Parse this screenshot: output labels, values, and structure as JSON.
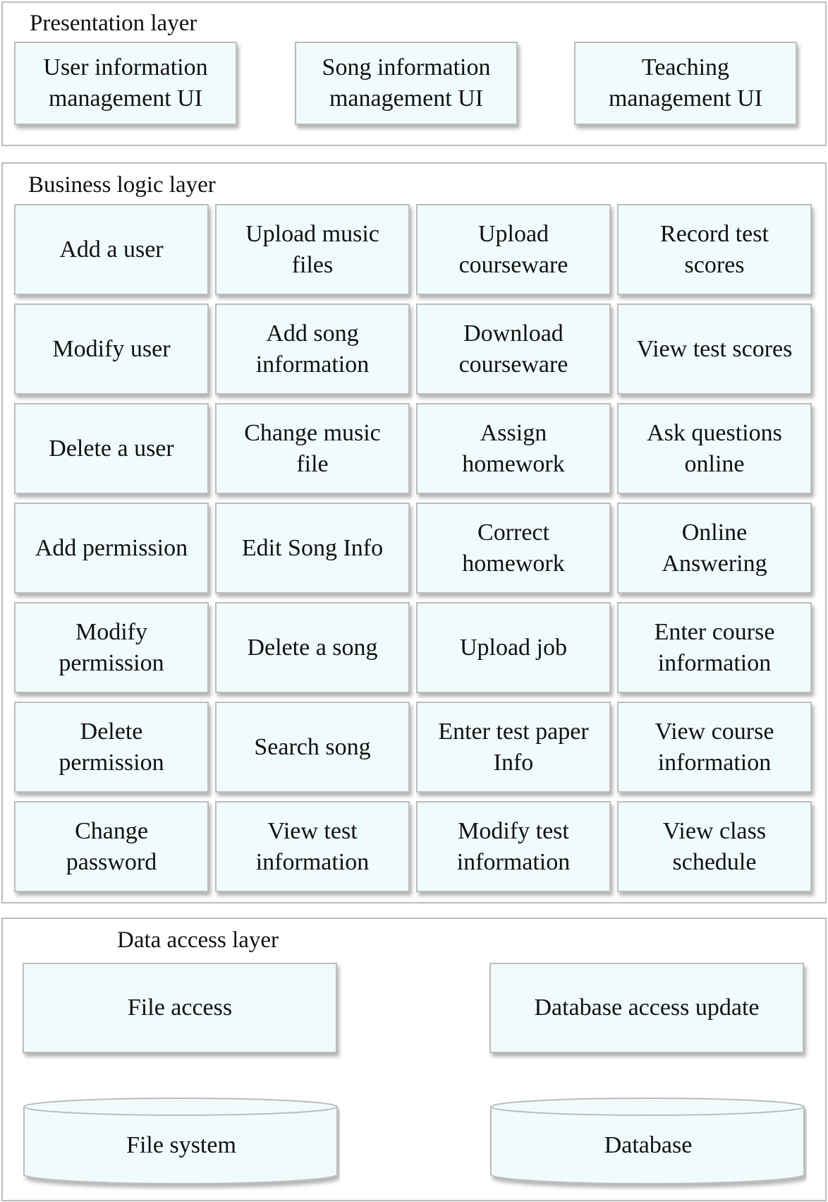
{
  "presentation": {
    "title": "Presentation layer",
    "boxes": [
      {
        "lines": [
          "User information",
          "management UI"
        ]
      },
      {
        "lines": [
          "Song information",
          "management UI"
        ]
      },
      {
        "lines": [
          "Teaching",
          "management UI"
        ]
      }
    ]
  },
  "business": {
    "title": "Business logic layer",
    "rows": [
      [
        [
          "Add a user"
        ],
        [
          "Upload music",
          "files"
        ],
        [
          "Upload",
          "courseware"
        ],
        [
          "Record test",
          "scores"
        ]
      ],
      [
        [
          "Modify user"
        ],
        [
          "Add song",
          "information"
        ],
        [
          "Download",
          "courseware"
        ],
        [
          "View test scores"
        ]
      ],
      [
        [
          "Delete a user"
        ],
        [
          "Change music",
          "file"
        ],
        [
          "Assign",
          "homework"
        ],
        [
          "Ask questions",
          "online"
        ]
      ],
      [
        [
          "Add permission"
        ],
        [
          "Edit Song Info"
        ],
        [
          "Correct",
          "homework"
        ],
        [
          "Online",
          "Answering"
        ]
      ],
      [
        [
          "Modify",
          "permission"
        ],
        [
          "Delete a song"
        ],
        [
          "Upload job"
        ],
        [
          "Enter course",
          "information"
        ]
      ],
      [
        [
          "Delete",
          "permission"
        ],
        [
          "Search song"
        ],
        [
          "Enter test paper",
          "Info"
        ],
        [
          "View course",
          "information"
        ]
      ],
      [
        [
          "Change",
          "password"
        ],
        [
          "View test",
          "information"
        ],
        [
          "Modify test",
          "information"
        ],
        [
          "View class",
          "schedule"
        ]
      ]
    ]
  },
  "data_access": {
    "title": "Data access layer",
    "access_boxes": [
      "File access",
      "Database access update"
    ],
    "stores": [
      "File system",
      "Database"
    ]
  },
  "colors": {
    "box_fill": "#f0fbfc",
    "border": "#bdbdbd"
  }
}
